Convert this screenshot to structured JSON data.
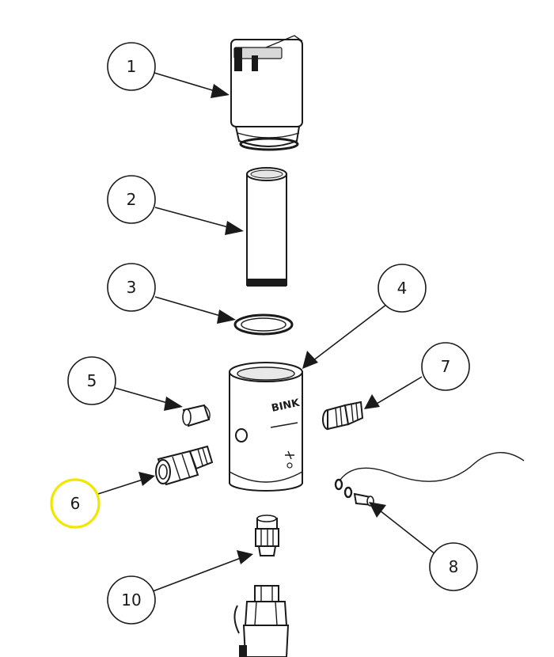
{
  "callouts": [
    {
      "id": "1",
      "label": "1"
    },
    {
      "id": "2",
      "label": "2"
    },
    {
      "id": "3",
      "label": "3"
    },
    {
      "id": "4",
      "label": "4"
    },
    {
      "id": "5",
      "label": "5"
    },
    {
      "id": "6",
      "label": "6",
      "highlighted": true
    },
    {
      "id": "7",
      "label": "7"
    },
    {
      "id": "8",
      "label": "8"
    },
    {
      "id": "10",
      "label": "10"
    }
  ],
  "body_marking": "BINK",
  "colors": {
    "line": "#1a1a1a",
    "highlight": "#f2e600",
    "background": "#ffffff"
  }
}
